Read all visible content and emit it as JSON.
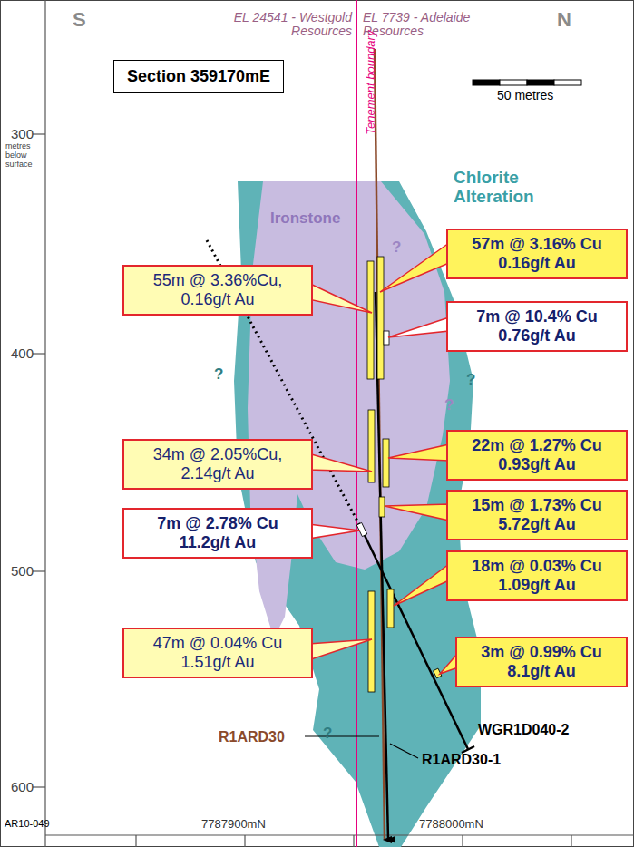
{
  "diagram": {
    "title": "Section 359170mE",
    "nodes": [
      {
        "text": [
          "57m @ 3.16% Cu",
          "0.16g/t Au"
        ]
      },
      {
        "text": [
          "55m @ 3.36%Cu,",
          "0.16g/t Au"
        ]
      },
      {
        "text": [
          "7m @ 10.4% Cu",
          "0.76g/t Au"
        ]
      },
      {
        "text": [
          "22m @ 1.27% Cu",
          "0.93g/t Au"
        ]
      },
      {
        "text": [
          "34m @ 2.05%Cu,",
          "2.14g/t Au"
        ]
      },
      {
        "text": [
          "15m @ 1.73% Cu",
          "5.72g/t Au"
        ]
      },
      {
        "text": [
          "7m @ 2.78% Cu",
          "11.2g/t Au"
        ]
      },
      {
        "text": [
          "18m @ 0.03% Cu",
          "1.09g/t Au"
        ]
      },
      {
        "text": [
          "47m @ 0.04% Cu",
          "1.51g/t Au"
        ]
      },
      {
        "text": [
          "3m @ 0.99% Cu",
          "8.1g/t Au"
        ]
      }
    ],
    "labels": [
      "S",
      "N",
      "EL 24541 - Westgold Resources",
      "EL 7739 - Adelaide Resources",
      "Tenement boundary",
      "50 metres",
      "Chlorite Alteration",
      "Ironstone",
      "?",
      "?",
      "?",
      "?",
      "?",
      "300",
      "metres below surface",
      "400",
      "500",
      "600",
      "WGR1D040-2",
      "R1ARD30",
      "R1ARD30-1",
      "AR10-049",
      "7787900mN",
      "7788000mN"
    ]
  }
}
